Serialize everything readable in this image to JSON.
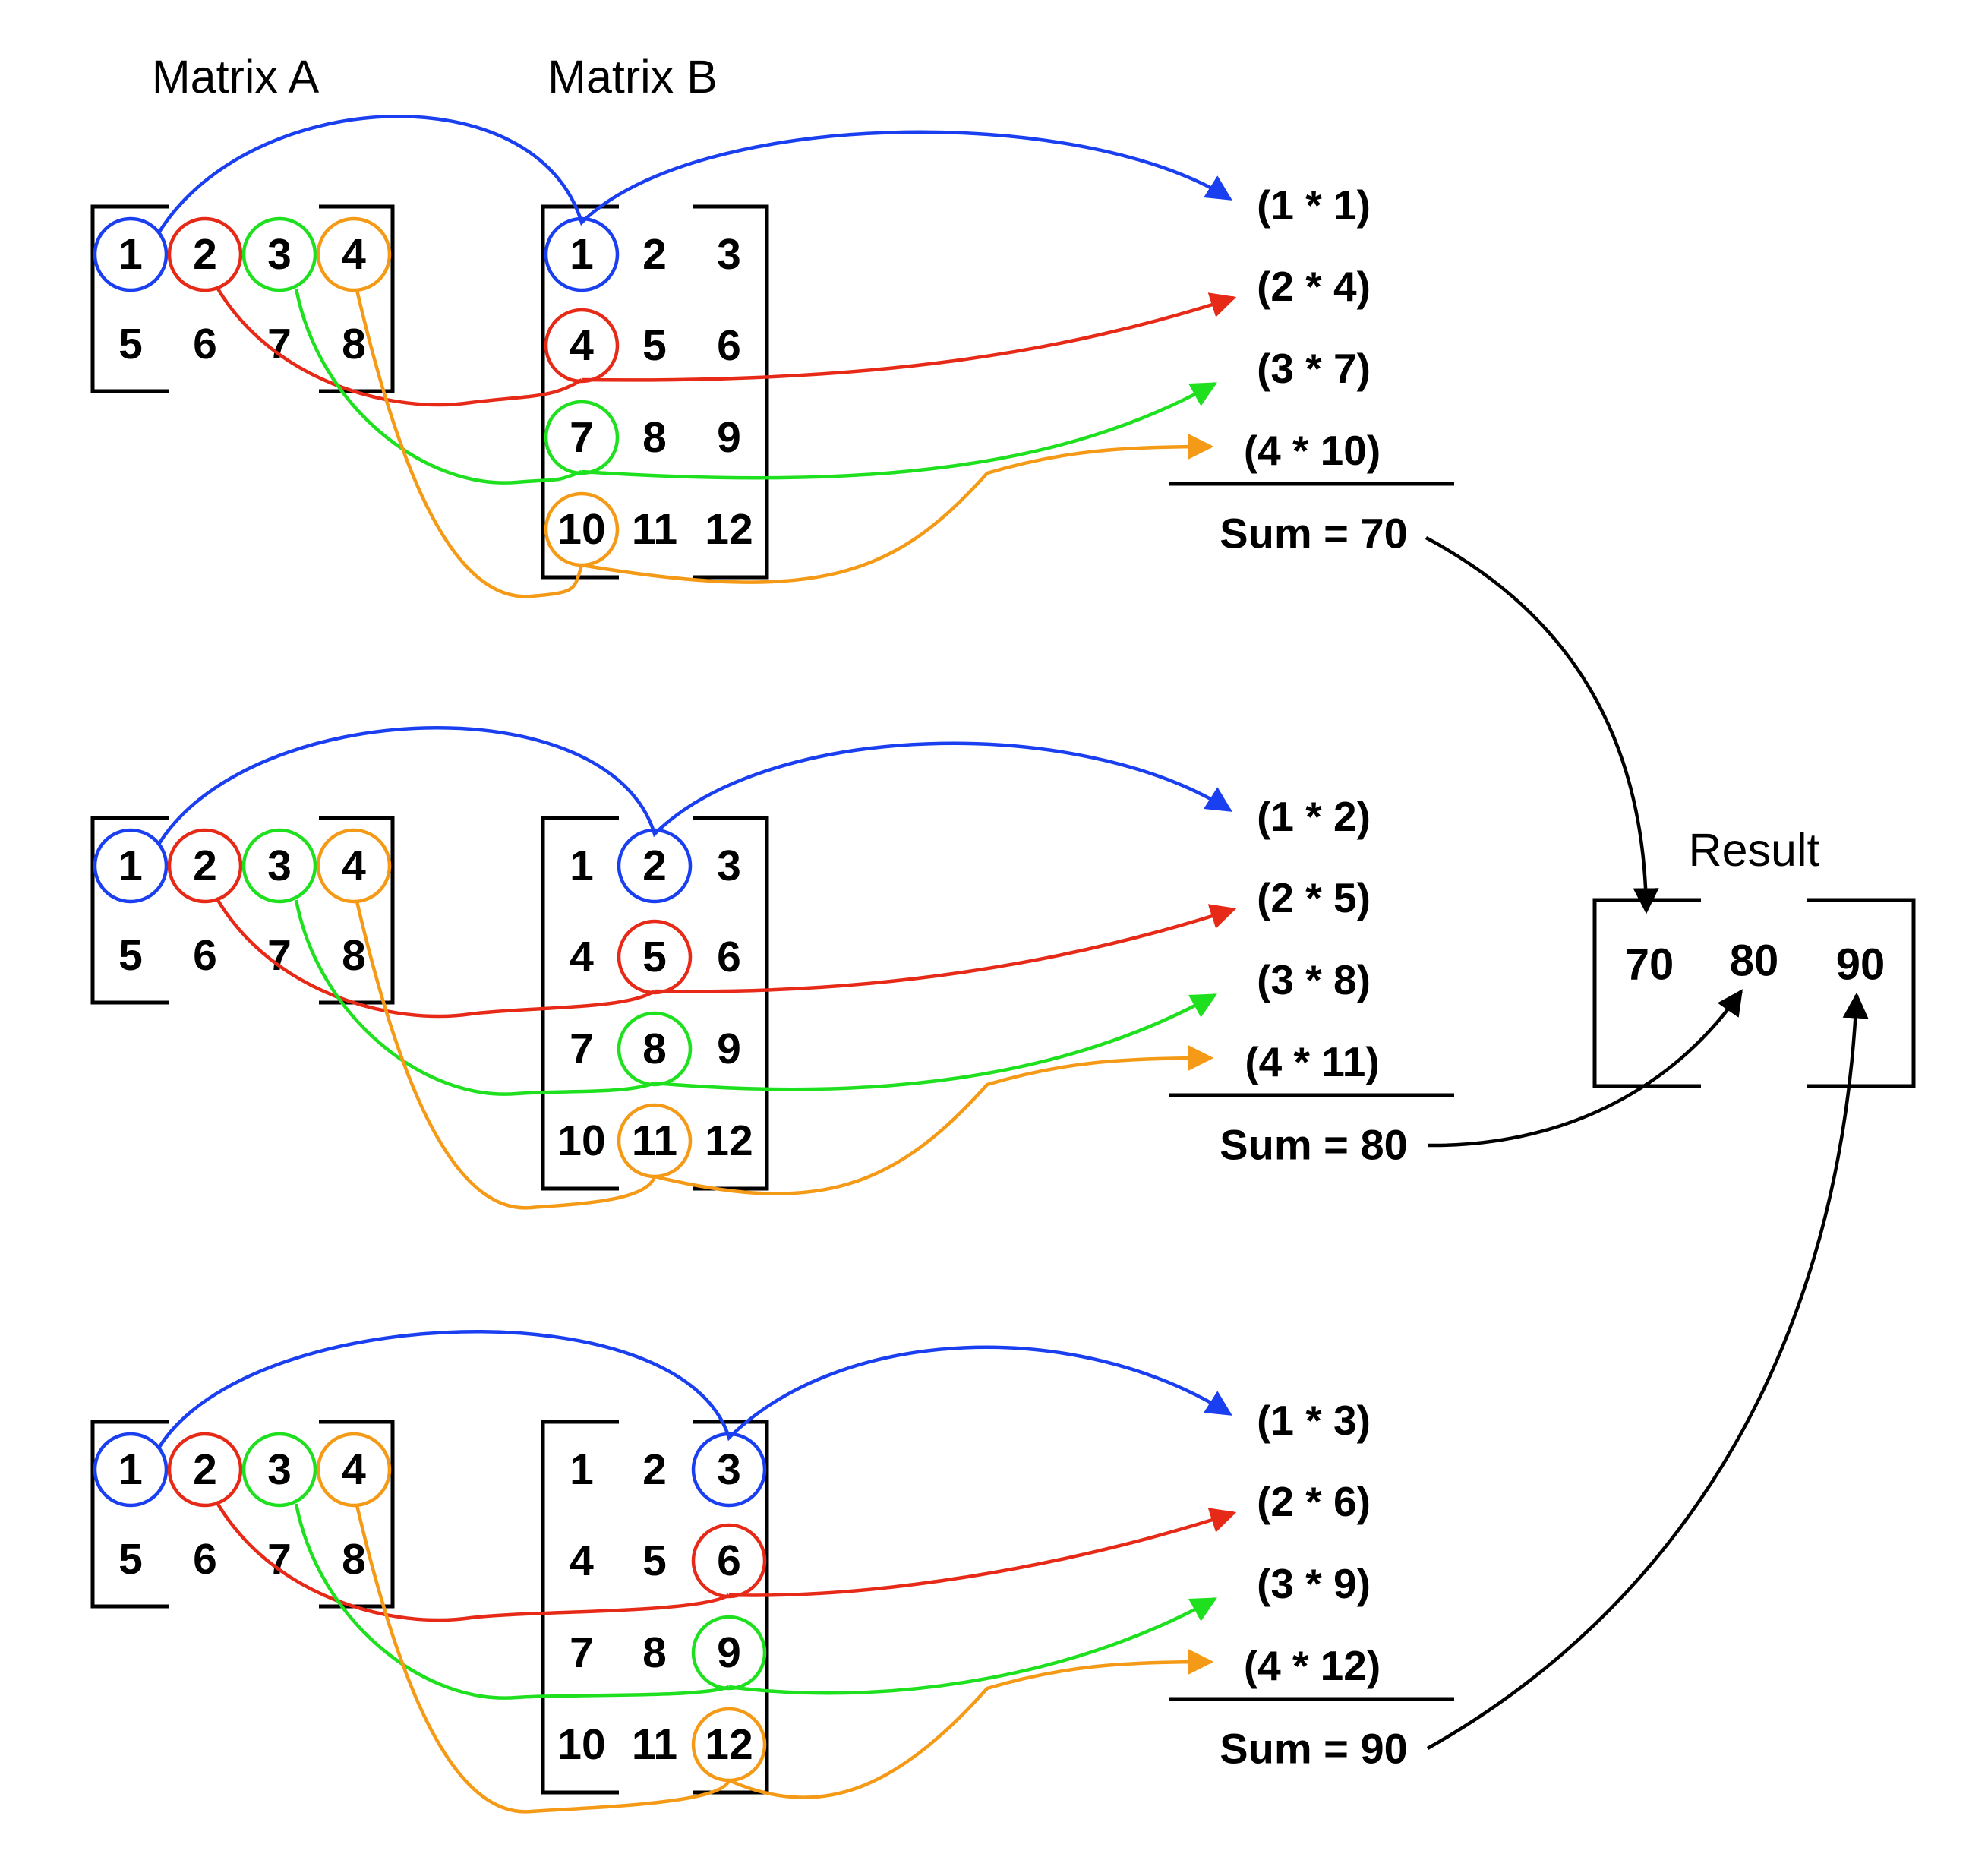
{
  "headers": {
    "matrix_a": "Matrix A",
    "matrix_b": "Matrix B",
    "result": "Result"
  },
  "matrix_a": [
    [
      "1",
      "2",
      "3",
      "4"
    ],
    [
      "5",
      "6",
      "7",
      "8"
    ]
  ],
  "matrix_b": [
    [
      "1",
      "2",
      "3"
    ],
    [
      "4",
      "5",
      "6"
    ],
    [
      "7",
      "8",
      "9"
    ],
    [
      "10",
      "11",
      "12"
    ]
  ],
  "blocks": [
    {
      "column_index": 0,
      "terms": [
        "(1 * 1)",
        "(2 * 4)",
        "(3 * 7)",
        "(4 * 10)"
      ],
      "sum": "Sum = 70"
    },
    {
      "column_index": 1,
      "terms": [
        "(1 * 2)",
        "(2 * 5)",
        "(3 * 8)",
        "(4 * 11)"
      ],
      "sum": "Sum = 80"
    },
    {
      "column_index": 2,
      "terms": [
        "(1 * 3)",
        "(2 * 6)",
        "(3 * 9)",
        "(4 * 12)"
      ],
      "sum": "Sum = 90"
    }
  ],
  "result": [
    "70",
    "80",
    "90"
  ],
  "colors": {
    "pair_1": "#1a3ff0",
    "pair_2": "#e62a17",
    "pair_3": "#1fe01f",
    "pair_4": "#f59a17",
    "ink": "#000000",
    "background": "#ffffff"
  }
}
